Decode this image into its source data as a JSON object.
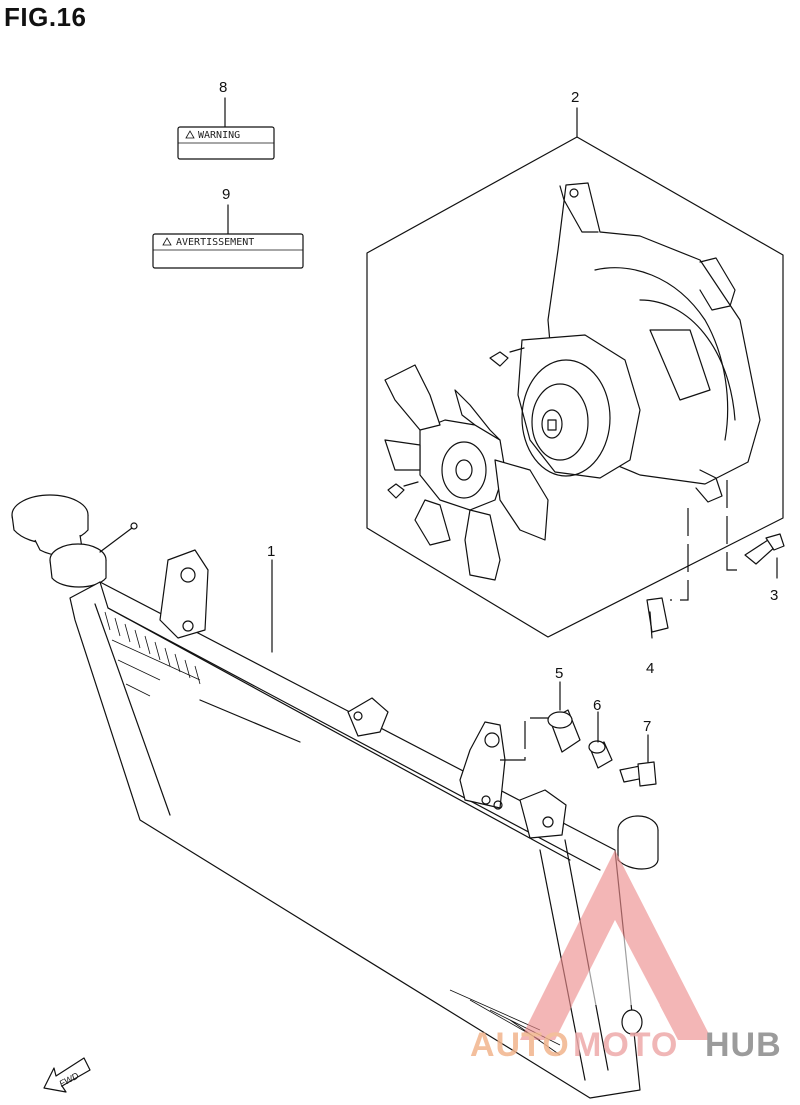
{
  "figure": {
    "title": "FIG.16",
    "fwd_label": "FWD"
  },
  "callouts": [
    {
      "id": "1",
      "label": "1"
    },
    {
      "id": "2",
      "label": "2"
    },
    {
      "id": "3",
      "label": "3"
    },
    {
      "id": "4",
      "label": "4"
    },
    {
      "id": "5",
      "label": "5"
    },
    {
      "id": "6",
      "label": "6"
    },
    {
      "id": "7",
      "label": "7"
    },
    {
      "id": "8",
      "label": "8"
    },
    {
      "id": "9",
      "label": "9"
    }
  ],
  "labels": {
    "warning_label": "WARNING",
    "avertissement_label": "AVERTISSEMENT"
  },
  "watermark": {
    "part1": "AUTO",
    "part2": "MOTO",
    "part3": "HUB",
    "colors": {
      "primary": "#f0a27a",
      "secondary": "#e8a6a6",
      "dark": "#7a7a7a"
    }
  }
}
